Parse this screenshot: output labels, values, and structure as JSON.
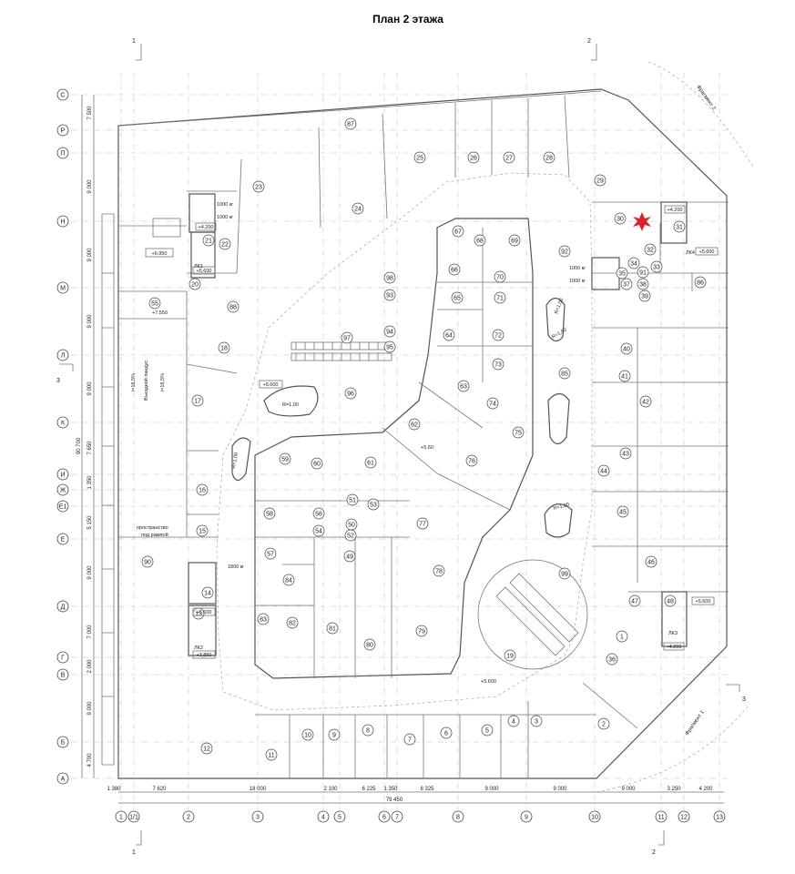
{
  "title": "План 2 этажа",
  "sections": {
    "s1": "1",
    "s2": "2",
    "s3": "3"
  },
  "fragments": {
    "f1": "Фрагмент 1",
    "f2": "Фрагмент 2"
  },
  "axes_letters": [
    "С",
    "Р",
    "П",
    "Н",
    "М",
    "Л",
    "К",
    "И",
    "Ж",
    "Е1",
    "Е",
    "Д",
    "Г",
    "В",
    "Б",
    "А"
  ],
  "axes_numbers": [
    "1",
    "1/1",
    "2",
    "3",
    "4",
    "5",
    "6",
    "7",
    "8",
    "9",
    "10",
    "11",
    "12",
    "13"
  ],
  "dims_bottom": [
    "1 380",
    "7 620",
    "18 000",
    "2 100",
    "6 225",
    "1 350",
    "8 325",
    "9 000",
    "9 000",
    "9 000",
    "3 250",
    "4 200"
  ],
  "dims_total": "79 450",
  "dims_left": [
    "7 500",
    "9 000",
    "9 000",
    "9 000",
    "9 000",
    "7 650",
    "1 350",
    "5 150",
    "9 000",
    "7 000",
    "2 000",
    "9 000",
    "4 700"
  ],
  "dims_left_total": "90 700",
  "rooms": [
    "1",
    "2",
    "3",
    "4",
    "5",
    "6",
    "7",
    "8",
    "9",
    "10",
    "11",
    "12",
    "13",
    "14",
    "15",
    "16",
    "17",
    "18",
    "19",
    "20",
    "21",
    "22",
    "23",
    "24",
    "25",
    "26",
    "27",
    "28",
    "29",
    "30",
    "31",
    "32",
    "33",
    "34",
    "35",
    "36",
    "37",
    "38",
    "39",
    "40",
    "41",
    "42",
    "43",
    "44",
    "45",
    "46",
    "47",
    "48",
    "49",
    "50",
    "51",
    "52",
    "53",
    "54",
    "55",
    "56",
    "57",
    "58",
    "59",
    "60",
    "61",
    "62",
    "63",
    "64",
    "65",
    "66",
    "67",
    "68",
    "69",
    "70",
    "71",
    "72",
    "73",
    "74",
    "75",
    "76",
    "77",
    "78",
    "79",
    "80",
    "81",
    "82",
    "83",
    "84",
    "85",
    "86",
    "87",
    "88",
    "90",
    "91",
    "92",
    "93",
    "94",
    "95",
    "96",
    "97",
    "98",
    "99"
  ],
  "levels": [
    "+4.200",
    "+6.950",
    "+5.600",
    "+7.550",
    "+5.600",
    "+5.60",
    "+5.600",
    "+5.600",
    "+3.850",
    "+5.600",
    "+5.600",
    "+4.200",
    "+4.200",
    "+5.600"
  ],
  "loads": [
    "1000 кг",
    "1000 кг",
    "1000 кг",
    "1000 кг",
    "1800 кг"
  ],
  "lifts": [
    "ЛК1",
    "ЛК2",
    "ЛК3",
    "ЛК4"
  ],
  "radii": [
    "R=1,00",
    "R=1,00",
    "R=1,00",
    "R=1,00",
    "R=1,00",
    "R=1,00"
  ],
  "notes": {
    "space": "пространство под рампой",
    "ramp1": "i=16,5%",
    "ramp2": "i=16,5%",
    "ramp_label": "Въездной пандус"
  },
  "colors": {
    "star": "#e0202a",
    "walls": "#555555",
    "grid": "#bbbbbb"
  }
}
